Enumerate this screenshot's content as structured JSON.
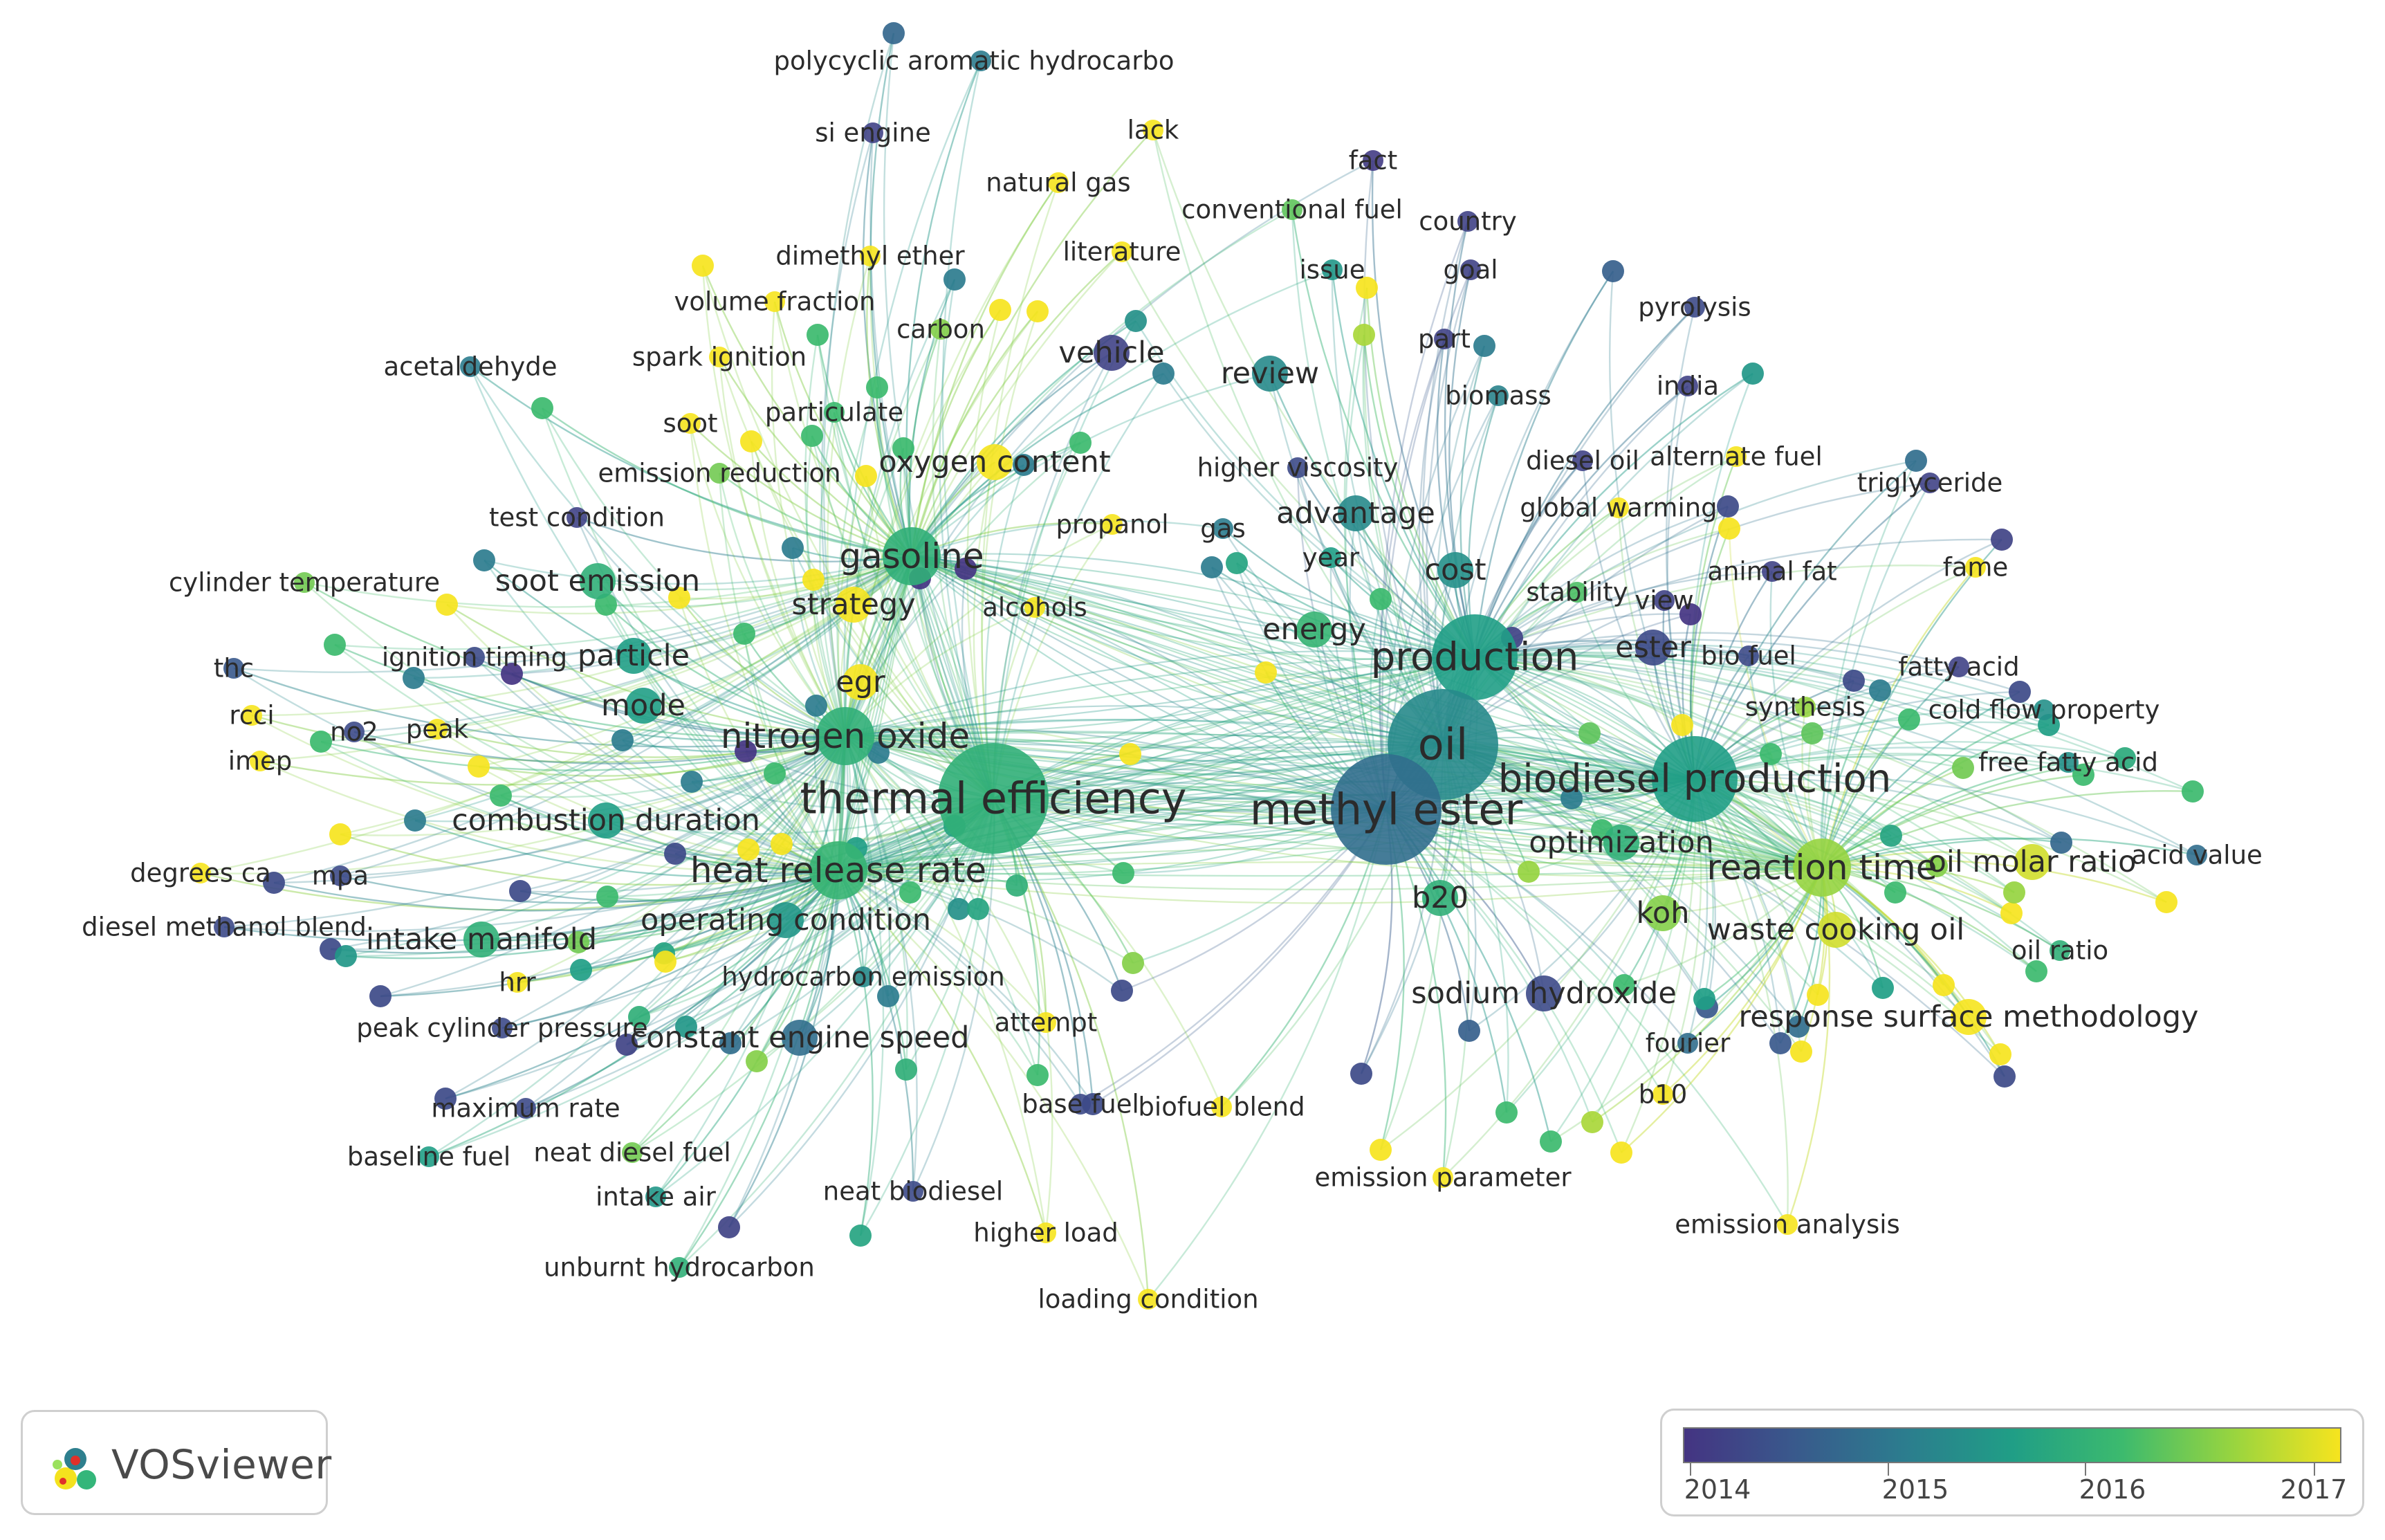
{
  "colors": {
    "scale_2014": "#3b3f8f",
    "scale_2015": "#2e7f8e",
    "scale_2016": "#34b67a",
    "scale_2017": "#f4e21e",
    "link": "#3ab0a0"
  },
  "network": {
    "nodes": [
      {
        "label": "polycyclic aromatic hydrocarbo",
        "year": 2015.0,
        "size": 1
      },
      {
        "label": "si engine",
        "year": 2014.2,
        "size": 1
      },
      {
        "label": "lack",
        "year": 2017.0,
        "size": 1
      },
      {
        "label": "natural gas",
        "year": 2017.0,
        "size": 1
      },
      {
        "label": "fact",
        "year": 2014.1,
        "size": 1
      },
      {
        "label": "conventional fuel",
        "year": 2016.2,
        "size": 1
      },
      {
        "label": "country",
        "year": 2014.2,
        "size": 1
      },
      {
        "label": "dimethyl ether",
        "year": 2017.0,
        "size": 1
      },
      {
        "label": "literature",
        "year": 2017.0,
        "size": 1
      },
      {
        "label": "issue",
        "year": 2015.4,
        "size": 1
      },
      {
        "label": "goal",
        "year": 2014.2,
        "size": 1
      },
      {
        "label": "volume fraction",
        "year": 2017.0,
        "size": 1
      },
      {
        "label": "pyrolysis",
        "year": 2014.3,
        "size": 1
      },
      {
        "label": "carbon",
        "year": 2016.4,
        "size": 1
      },
      {
        "label": "acetaldehyde",
        "year": 2015.0,
        "size": 1
      },
      {
        "label": "spark ignition",
        "year": 2017.0,
        "size": 1
      },
      {
        "label": "vehicle",
        "year": 2014.2,
        "size": 2
      },
      {
        "label": "review",
        "year": 2015.2,
        "size": 2
      },
      {
        "label": "part",
        "year": 2014.2,
        "size": 1
      },
      {
        "label": "biomass",
        "year": 2015.1,
        "size": 1
      },
      {
        "label": "india",
        "year": 2014.2,
        "size": 1
      },
      {
        "label": "soot",
        "year": 2017.0,
        "size": 1
      },
      {
        "label": "particulate",
        "year": 2016.0,
        "size": 1
      },
      {
        "label": "oxygen content",
        "year": 2017.0,
        "size": 2
      },
      {
        "label": "emission reduction",
        "year": 2016.3,
        "size": 1
      },
      {
        "label": "higher viscosity",
        "year": 2014.3,
        "size": 1
      },
      {
        "label": "diesel oil",
        "year": 2014.2,
        "size": 1
      },
      {
        "label": "alternate fuel",
        "year": 2017.0,
        "size": 1
      },
      {
        "label": "triglyceride",
        "year": 2014.2,
        "size": 1
      },
      {
        "label": "test condition",
        "year": 2014.2,
        "size": 1
      },
      {
        "label": "advantage",
        "year": 2015.2,
        "size": 2
      },
      {
        "label": "gas",
        "year": 2015.0,
        "size": 1
      },
      {
        "label": "global warming",
        "year": 2017.0,
        "size": 1
      },
      {
        "label": "propanol",
        "year": 2017.0,
        "size": 1
      },
      {
        "label": "gasoline",
        "year": 2015.8,
        "size": 3
      },
      {
        "label": "year",
        "year": 2015.5,
        "size": 1
      },
      {
        "label": "cost",
        "year": 2015.3,
        "size": 2
      },
      {
        "label": "animal fat",
        "year": 2014.2,
        "size": 1
      },
      {
        "label": "fame",
        "year": 2017.0,
        "size": 1
      },
      {
        "label": "cylinder temperature",
        "year": 2016.3,
        "size": 1
      },
      {
        "label": "soot emission",
        "year": 2015.8,
        "size": 2
      },
      {
        "label": "strategy",
        "year": 2017.0,
        "size": 2
      },
      {
        "label": "alcohols",
        "year": 2017.0,
        "size": 1
      },
      {
        "label": "stability",
        "year": 2016.1,
        "size": 1
      },
      {
        "label": "view",
        "year": 2014.2,
        "size": 1
      },
      {
        "label": "energy",
        "year": 2015.9,
        "size": 2
      },
      {
        "label": "ester",
        "year": 2014.3,
        "size": 2
      },
      {
        "label": "bio fuel",
        "year": 2014.3,
        "size": 1
      },
      {
        "label": "fatty acid",
        "year": 2014.2,
        "size": 1
      },
      {
        "label": "thc",
        "year": 2014.5,
        "size": 1
      },
      {
        "label": "ignition timing",
        "year": 2014.3,
        "size": 1
      },
      {
        "label": "particle",
        "year": 2015.5,
        "size": 2
      },
      {
        "label": "production",
        "year": 2015.5,
        "size": 4
      },
      {
        "label": "egr",
        "year": 2017.0,
        "size": 2
      },
      {
        "label": "synthesis",
        "year": 2016.5,
        "size": 1
      },
      {
        "label": "cold flow property",
        "year": 2015.3,
        "size": 1
      },
      {
        "label": "rcci",
        "year": 2017.0,
        "size": 1
      },
      {
        "label": "no2",
        "year": 2014.3,
        "size": 1
      },
      {
        "label": "peak",
        "year": 2017.0,
        "size": 1
      },
      {
        "label": "mode",
        "year": 2015.5,
        "size": 2
      },
      {
        "label": "nitrogen oxide",
        "year": 2015.8,
        "size": 3
      },
      {
        "label": "imep",
        "year": 2017.0,
        "size": 1
      },
      {
        "label": "oil",
        "year": 2015.2,
        "size": 5
      },
      {
        "label": "free fatty acid",
        "year": 2015.3,
        "size": 1
      },
      {
        "label": "thermal efficiency",
        "year": 2015.8,
        "size": 5
      },
      {
        "label": "biodiesel production",
        "year": 2015.5,
        "size": 4
      },
      {
        "label": "combustion duration",
        "year": 2015.5,
        "size": 2
      },
      {
        "label": "methyl ester",
        "year": 2014.8,
        "size": 5
      },
      {
        "label": "optimization",
        "year": 2015.8,
        "size": 2
      },
      {
        "label": "degrees ca",
        "year": 2017.0,
        "size": 1
      },
      {
        "label": "mpa",
        "year": 2014.3,
        "size": 1
      },
      {
        "label": "heat release rate",
        "year": 2015.9,
        "size": 3
      },
      {
        "label": "reaction time",
        "year": 2016.5,
        "size": 3
      },
      {
        "label": "oil molar ratio",
        "year": 2016.8,
        "size": 2
      },
      {
        "label": "acid value",
        "year": 2014.8,
        "size": 1
      },
      {
        "label": "b20",
        "year": 2015.8,
        "size": 2
      },
      {
        "label": "diesel methanol blend",
        "year": 2014.3,
        "size": 1
      },
      {
        "label": "operating condition",
        "year": 2015.4,
        "size": 2
      },
      {
        "label": "koh",
        "year": 2016.4,
        "size": 2
      },
      {
        "label": "waste cooking oil",
        "year": 2016.8,
        "size": 2
      },
      {
        "label": "intake manifold",
        "year": 2015.8,
        "size": 2
      },
      {
        "label": "oil ratio",
        "year": 2015.8,
        "size": 1
      },
      {
        "label": "hrr",
        "year": 2017.0,
        "size": 1
      },
      {
        "label": "hydrocarbon emission",
        "year": 2015.2,
        "size": 1
      },
      {
        "label": "sodium hydroxide",
        "year": 2014.3,
        "size": 2
      },
      {
        "label": "response surface methodology",
        "year": 2017.0,
        "size": 2
      },
      {
        "label": "peak cylinder pressure",
        "year": 2014.3,
        "size": 1
      },
      {
        "label": "constant engine speed",
        "year": 2014.8,
        "size": 2
      },
      {
        "label": "attempt",
        "year": 2017.0,
        "size": 1
      },
      {
        "label": "fourier",
        "year": 2014.8,
        "size": 1
      },
      {
        "label": "b10",
        "year": 2017.0,
        "size": 1
      },
      {
        "label": "maximum rate",
        "year": 2014.3,
        "size": 1
      },
      {
        "label": "base fuel",
        "year": 2014.3,
        "size": 1
      },
      {
        "label": "biofuel blend",
        "year": 2017.0,
        "size": 1
      },
      {
        "label": "baseline fuel",
        "year": 2015.5,
        "size": 1
      },
      {
        "label": "neat diesel fuel",
        "year": 2016.3,
        "size": 1
      },
      {
        "label": "emission parameter",
        "year": 2017.0,
        "size": 1
      },
      {
        "label": "intake air",
        "year": 2015.4,
        "size": 1
      },
      {
        "label": "neat biodiesel",
        "year": 2014.3,
        "size": 1
      },
      {
        "label": "emission analysis",
        "year": 2017.0,
        "size": 1
      },
      {
        "label": "higher load",
        "year": 2017.0,
        "size": 1
      },
      {
        "label": "unburnt hydrocarbon",
        "year": 2015.8,
        "size": 1
      },
      {
        "label": "loading condition",
        "year": 2017.0,
        "size": 1
      }
    ]
  },
  "legend": {
    "tick_labels": [
      "2014",
      "2015",
      "2016",
      "2017"
    ]
  },
  "logo": {
    "text": "VOSviewer"
  }
}
